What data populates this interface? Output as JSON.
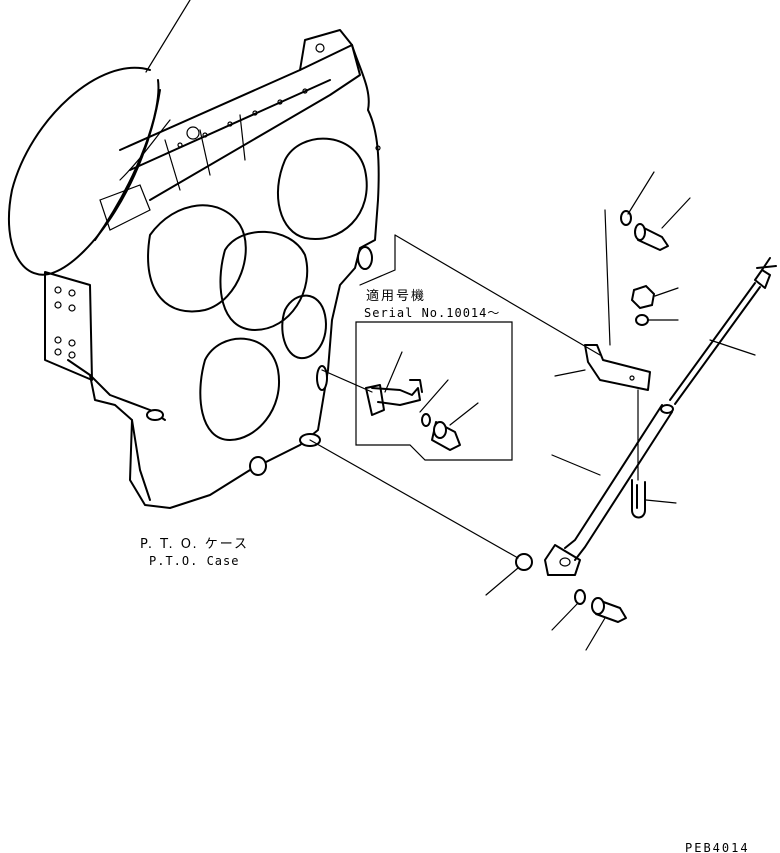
{
  "labels": {
    "applicable_serial_jp": "適用号機",
    "serial_range": "Serial No.10014～",
    "pto_case_jp": "P. T. O. ケース",
    "pto_case_en": "P.T.O. Case",
    "drawing_code": "PEB4014"
  }
}
